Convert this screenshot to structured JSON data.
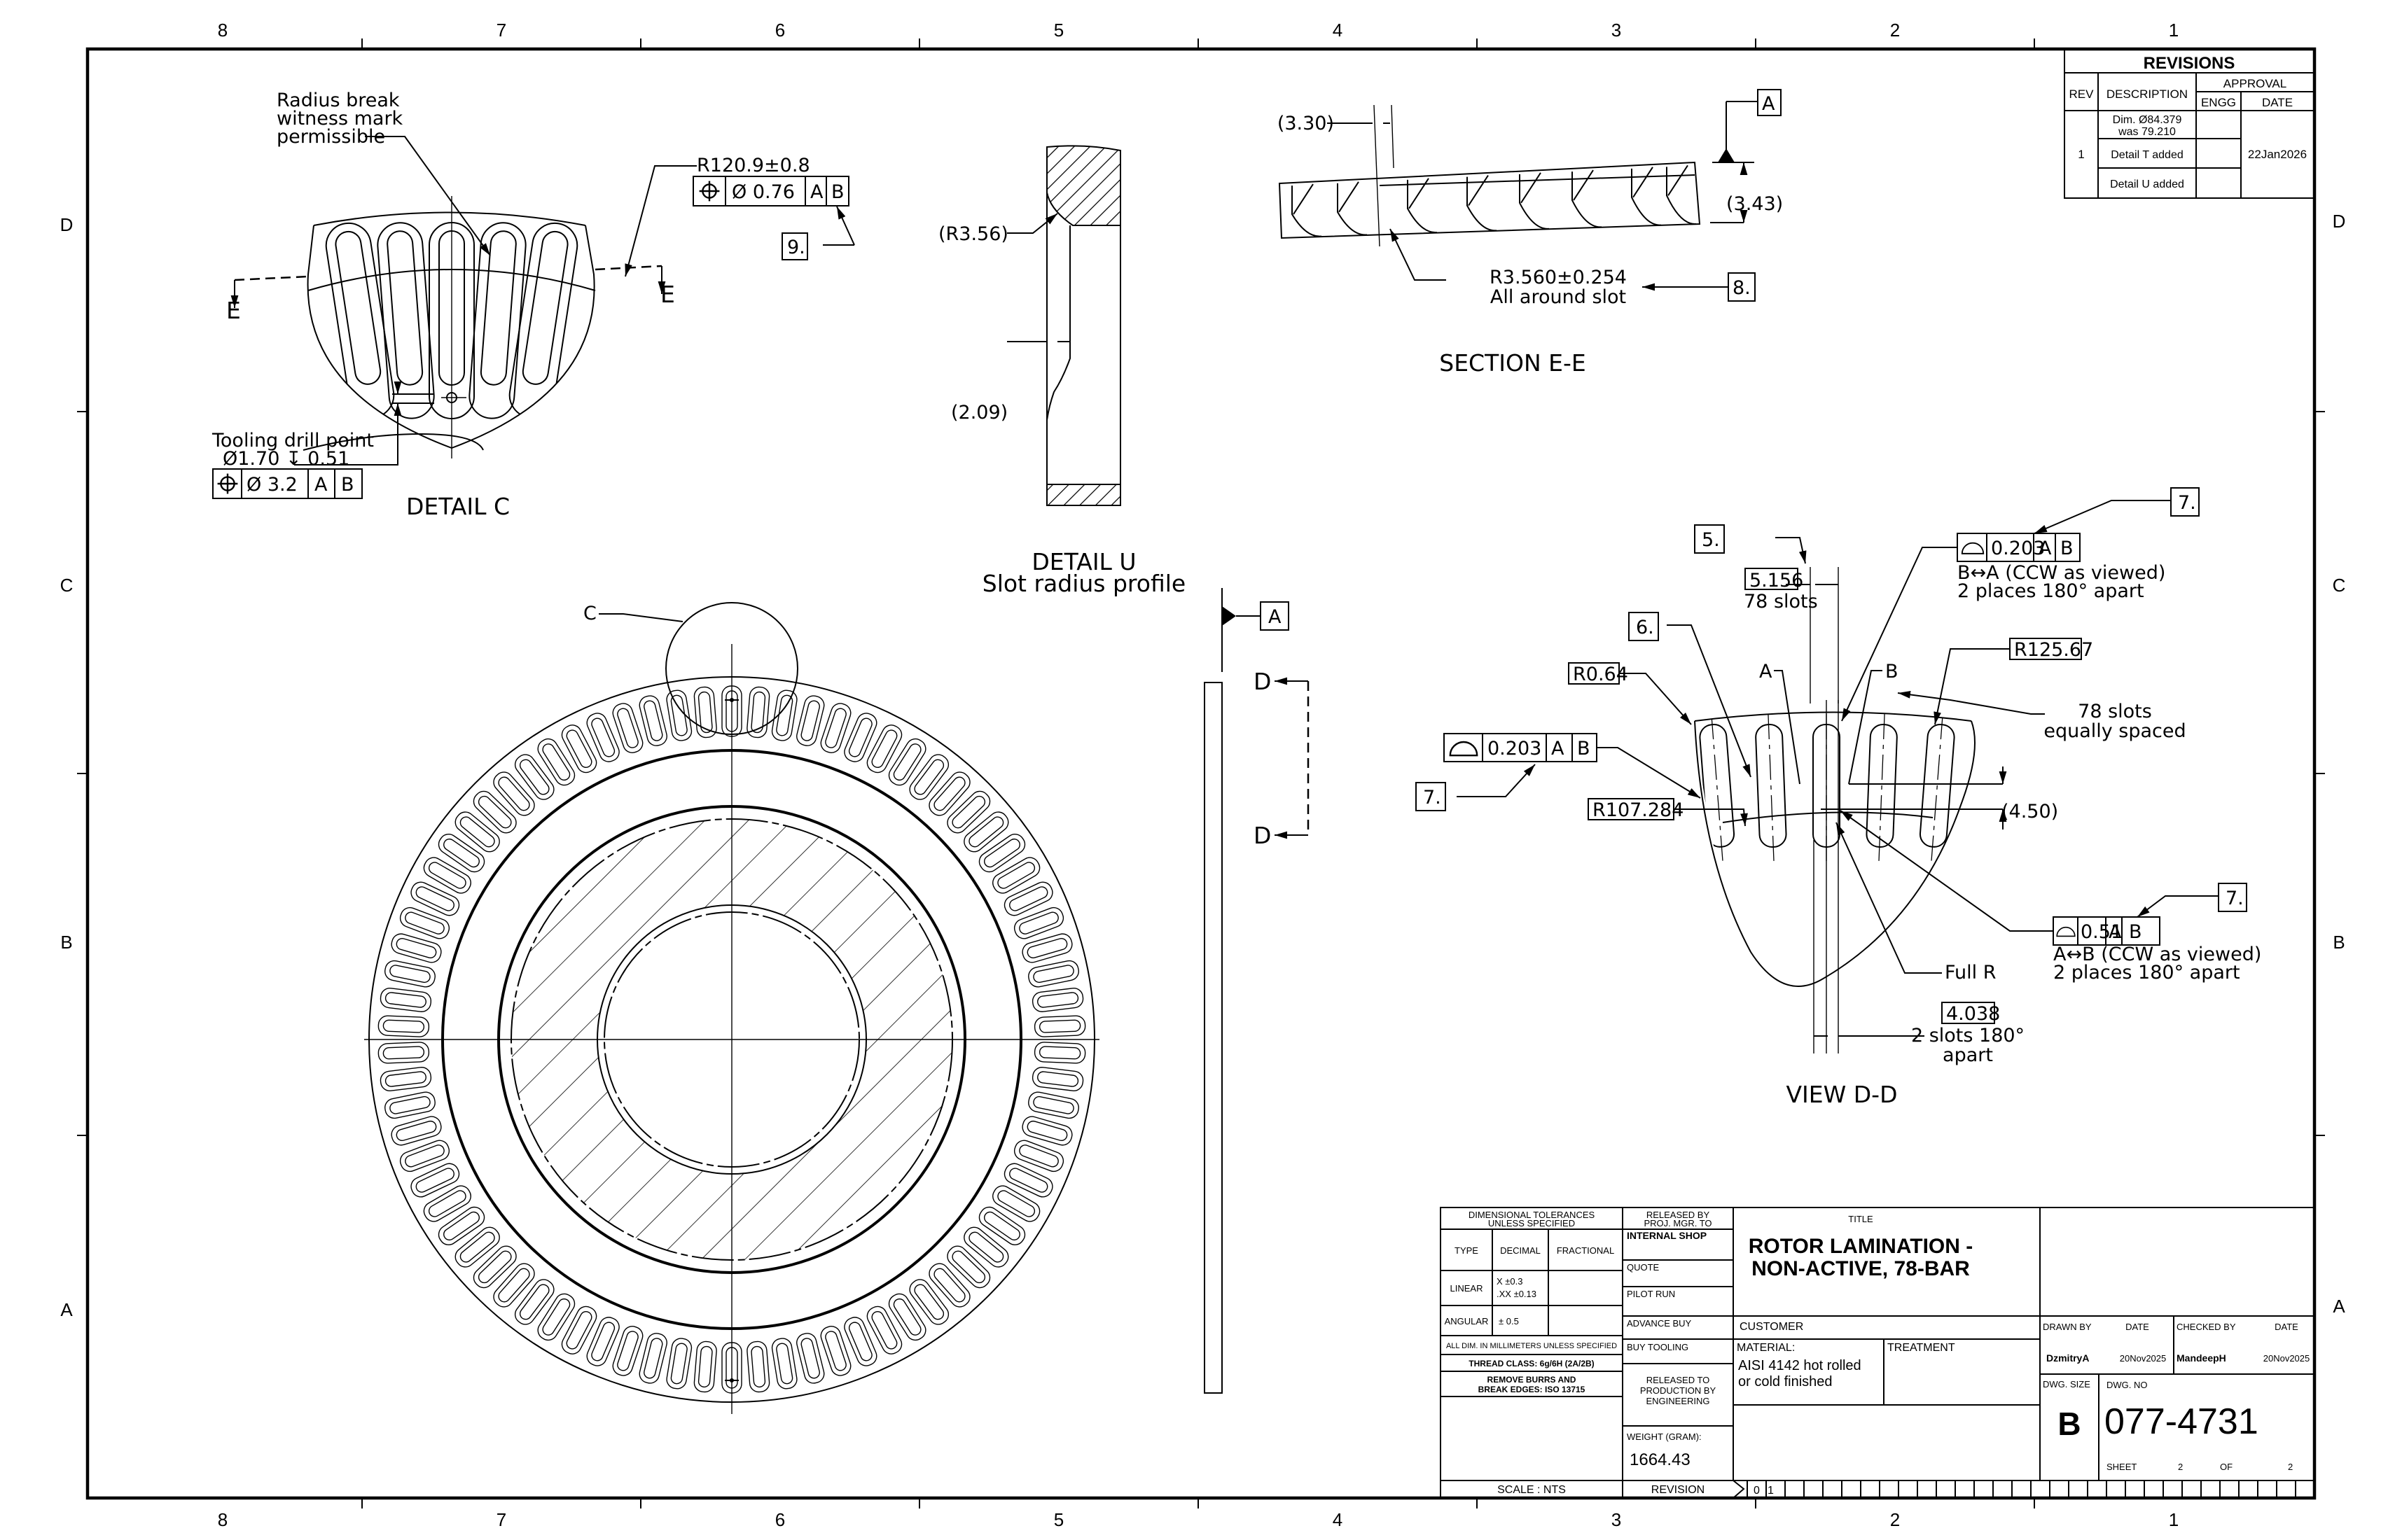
{
  "border": {
    "zones_top": [
      "8",
      "7",
      "6",
      "5",
      "4",
      "3",
      "2",
      "1"
    ],
    "zones_bottom": [
      "8",
      "7",
      "6",
      "5",
      "4",
      "3",
      "2",
      "1"
    ],
    "zones_left": [
      "D",
      "C",
      "B",
      "A"
    ],
    "zones_right": [
      "D",
      "C",
      "B",
      "A"
    ]
  },
  "revisions": {
    "title": "REVISIONS",
    "headers": {
      "rev": "REV",
      "description": "DESCRIPTION",
      "approval": "APPROVAL",
      "engg": "ENGG",
      "date": "DATE"
    },
    "rows": [
      {
        "rev": "1",
        "description_lines": [
          "Dim. Ø84.379",
          "was 79.210"
        ],
        "engg": "",
        "date": "22Jan2026"
      },
      {
        "rev": "",
        "description_lines": [
          "Detail T added"
        ],
        "engg": "",
        "date": ""
      },
      {
        "rev": "",
        "description_lines": [
          "Detail U added"
        ],
        "engg": "",
        "date": ""
      }
    ]
  },
  "detail_c": {
    "label": "DETAIL C",
    "note_lines": [
      "Radius break",
      "witness mark",
      "permissible"
    ],
    "radius_dim": "R120.9±0.8",
    "fcf_top": {
      "symbol": "position",
      "tolerance": "Ø 0.76",
      "datums": [
        "A",
        "B"
      ]
    },
    "note_ref": "9.",
    "section_letter": "E",
    "drill_note_lines": [
      "Tooling drill point",
      "Ø1.70 ↧ 0.51"
    ],
    "fcf_drill": {
      "symbol": "position",
      "tolerance": "Ø 3.2",
      "datums": [
        "A",
        "B"
      ]
    }
  },
  "detail_u": {
    "label": "DETAIL U",
    "sublabel": "Slot radius profile",
    "dims": [
      "(R3.56)",
      "(2.09)"
    ]
  },
  "section_ee": {
    "label": "SECTION E-E",
    "dim_width": "(3.30)",
    "dim_height": "(3.43)",
    "datum": "A",
    "radius_note_lines": [
      "R3.560±0.254",
      "All around slot"
    ],
    "note_ref": "8."
  },
  "main_view": {
    "detail_callout": "C",
    "slot_count": 78
  },
  "side_view": {
    "datum": "A",
    "section_letter": "D"
  },
  "view_dd": {
    "label": "VIEW D-D",
    "note5": "5.",
    "note6": "6.",
    "slot_width_dim": "5.156",
    "slot_width_note": "78 slots",
    "r064": "R0.64",
    "r107": "R107.284",
    "r125": "R125.67",
    "profile_left": {
      "tolerance": "0.203",
      "datums": [
        "A",
        "B"
      ],
      "note_ref": "7."
    },
    "profile_top": {
      "tolerance": "0.203",
      "datums": [
        "A",
        "B"
      ],
      "note_ref": "7.",
      "note_lines": [
        "B↔A (CCW as viewed)",
        "2 places 180° apart"
      ]
    },
    "profile_bottom": {
      "tolerance": "0.51",
      "datums": [
        "A",
        "B"
      ],
      "note_ref": "7.",
      "note_lines": [
        "A↔B (CCW as viewed)",
        "2 places 180° apart"
      ]
    },
    "equal_note_lines": [
      "78 slots",
      "equally spaced"
    ],
    "dim_450": "(4.50)",
    "full_r": "Full R",
    "dim_4038": "4.038",
    "dim_4038_note_lines": [
      "2 slots 180°",
      "apart"
    ],
    "datum_a": "A",
    "datum_b": "B"
  },
  "title_block": {
    "tolerances_header_lines": [
      "DIMENSIONAL TOLERANCES",
      "UNLESS SPECIFIED"
    ],
    "type": "TYPE",
    "decimal": "DECIMAL",
    "fractional": "FRACTIONAL",
    "linear": "LINEAR",
    "linear_x": "X  ±0.3",
    "linear_xx": ".XX ±0.13",
    "angular": "ANGULAR",
    "angular_val": "± 0.5",
    "all_dim": "ALL DIM. IN MILLIMETERS UNLESS SPECIFIED",
    "thread_class": "THREAD CLASS: 6g/6H (2A/2B)",
    "burrs_lines": [
      "REMOVE BURRS AND",
      "BREAK EDGES: ISO 13715"
    ],
    "released_by_lines": [
      "RELEASED BY",
      "PROJ. MGR. TO"
    ],
    "internal_shop": "INTERNAL SHOP",
    "quote": "QUOTE",
    "pilot_run": "PILOT RUN",
    "advance_buy": "ADVANCE BUY",
    "buy_tooling": "BUY TOOLING",
    "released_prod_lines": [
      "RELEASED TO",
      "PRODUCTION BY",
      "ENGINEERING"
    ],
    "weight_label": "WEIGHT (GRAM):",
    "weight": "1664.43",
    "scale": "SCALE : NTS",
    "revision_label": "REVISION",
    "revision_cells": [
      "0",
      "1"
    ],
    "title_label": "TITLE",
    "title_lines": [
      "ROTOR LAMINATION -",
      "NON-ACTIVE, 78-BAR"
    ],
    "customer": "CUSTOMER",
    "material_label": "MATERIAL:",
    "material_lines": [
      "AISI 4142 hot rolled",
      "or cold finished"
    ],
    "treatment": "TREATMENT",
    "drawn_by_label": "DRAWN BY",
    "drawn_date_label": "DATE",
    "checked_by_label": "CHECKED BY",
    "checked_date_label": "DATE",
    "drawn_by": "DzmitryA",
    "drawn_date": "20Nov2025",
    "checked_by": "MandeepH",
    "checked_date": "20Nov2025",
    "dwg_size_label": "DWG. SIZE",
    "dwg_size": "B",
    "dwg_no_label": "DWG. NO",
    "dwg_no": "077-4731",
    "sheet_label": "SHEET",
    "sheet": "2",
    "of_label": "OF",
    "of": "2"
  }
}
